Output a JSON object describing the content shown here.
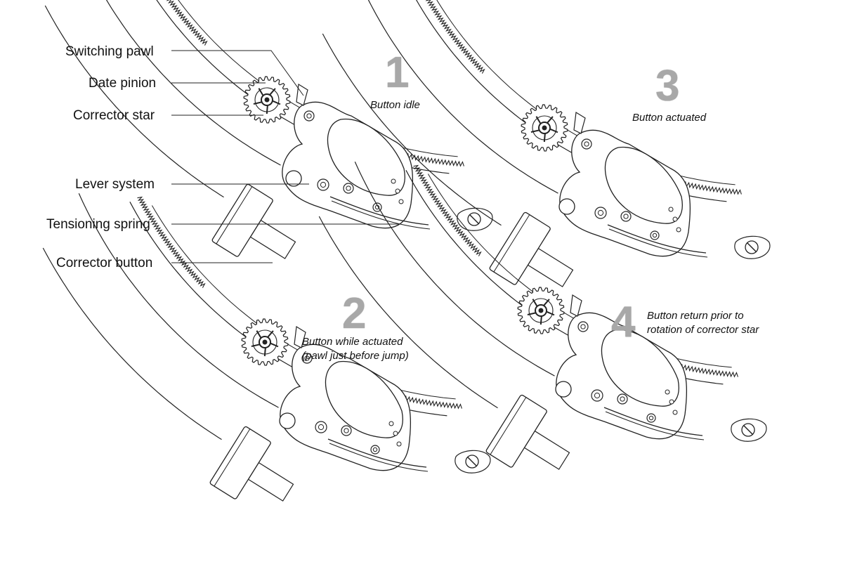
{
  "callouts": [
    {
      "key": "switching-pawl",
      "label": "Switching pawl"
    },
    {
      "key": "date-pinion",
      "label": "Date pinion"
    },
    {
      "key": "corrector-star",
      "label": "Corrector star"
    },
    {
      "key": "lever-system",
      "label": "Lever system"
    },
    {
      "key": "tensioning-spring",
      "label": "Tensioning spring"
    },
    {
      "key": "corrector-button",
      "label": "Corrector button"
    }
  ],
  "steps": [
    {
      "number": "1",
      "caption": [
        "Button idle"
      ]
    },
    {
      "number": "2",
      "caption": [
        "Button while actuated",
        "(pawl just before jump)"
      ]
    },
    {
      "number": "3",
      "caption": [
        "Button actuated"
      ]
    },
    {
      "number": "4",
      "caption": [
        "Button return prior to",
        "rotation of corrector star"
      ]
    }
  ],
  "colors": {
    "line": "#222222",
    "number": "#a8a8a8",
    "background": "#ffffff"
  }
}
